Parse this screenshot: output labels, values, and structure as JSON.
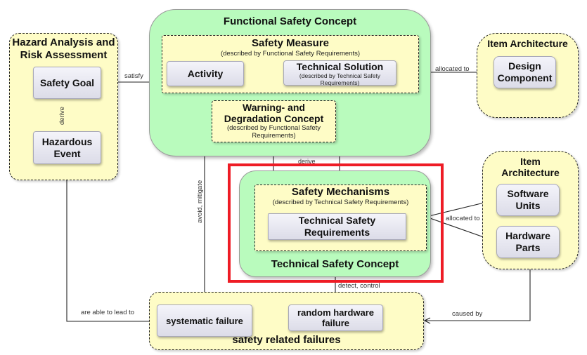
{
  "hara": {
    "title_line1": "Hazard Analysis and",
    "title_line2": "Risk Assessment",
    "safety_goal": "Safety Goal",
    "hazardous_event_line1": "Hazardous",
    "hazardous_event_line2": "Event"
  },
  "fsc": {
    "title": "Functional Safety Concept",
    "safety_measure": {
      "title": "Safety Measure",
      "subtitle": "(described by Functional Safety Requirements)",
      "activity": "Activity",
      "technical_solution": "Technical Solution",
      "technical_solution_sub_line1": "(described by Technical Safety",
      "technical_solution_sub_line2": "Requirements)"
    },
    "warning": {
      "title_line1": "Warning- and",
      "title_line2": "Degradation Concept",
      "sub_line1": "(described by Functional Safety",
      "sub_line2": "Requirements)"
    }
  },
  "item_architecture_top": {
    "title": "Item Architecture",
    "design_component_line1": "Design",
    "design_component_line2": "Component"
  },
  "tsc": {
    "title": "Technical Safety Concept",
    "safety_mechanisms": {
      "title": "Safety Mechanisms",
      "subtitle": "(described by Technical Safety Requirements)",
      "tsr_line1": "Technical Safety",
      "tsr_line2": "Requirements"
    }
  },
  "item_architecture_right": {
    "title_line1": "Item",
    "title_line2": "Architecture",
    "software_line1": "Software",
    "software_line2": "Units",
    "hardware_line1": "Hardware",
    "hardware_line2": "Parts"
  },
  "failures": {
    "title": "safety related failures",
    "systematic": "systematic failure",
    "random_line1": "random hardware",
    "random_line2": "failure"
  },
  "edges": {
    "satisfy": "satisfy",
    "derive_hara": "derive",
    "allocated_to_top": "allocated to",
    "derive_tsc": "derive",
    "avoid_mitigate": "avoid, mitigate",
    "allocated_to_right": "allocated to",
    "detect_control": "detect, control",
    "are_able_to_lead_to": "are able to lead to",
    "caused_by": "caused by"
  },
  "colors": {
    "green_fill": "#b9fbbd",
    "yellow_fill": "#fefcc6",
    "highlight_red": "#ee1c25"
  }
}
